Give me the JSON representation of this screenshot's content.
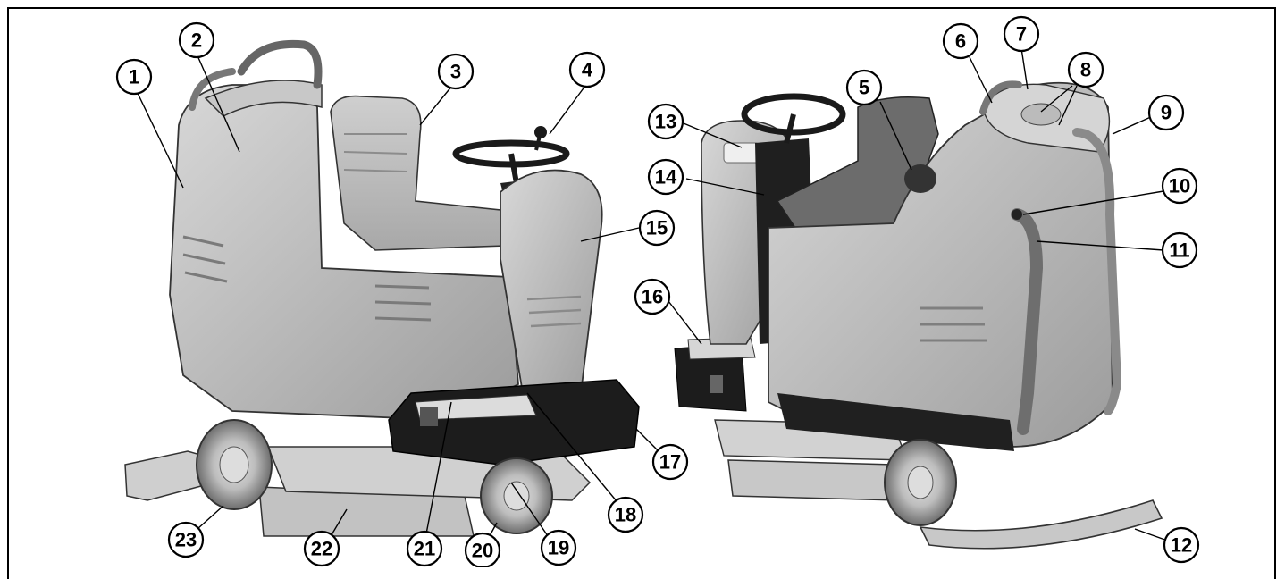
{
  "figure": {
    "title": "",
    "callouts": [
      "1",
      "2",
      "3",
      "4",
      "5",
      "6",
      "7",
      "8",
      "9",
      "10",
      "11",
      "12",
      "13",
      "14",
      "15",
      "16",
      "17",
      "18",
      "19",
      "20",
      "21",
      "22",
      "23"
    ]
  },
  "colors": {
    "body_grey": "#b9b9b9",
    "body_light": "#d4d4d4",
    "body_dark": "#8a8a8a",
    "base_black": "#1c1c1c",
    "outline": "#000000"
  },
  "icons": [
    "ride-on-scrubber-front-view",
    "ride-on-scrubber-rear-view"
  ]
}
